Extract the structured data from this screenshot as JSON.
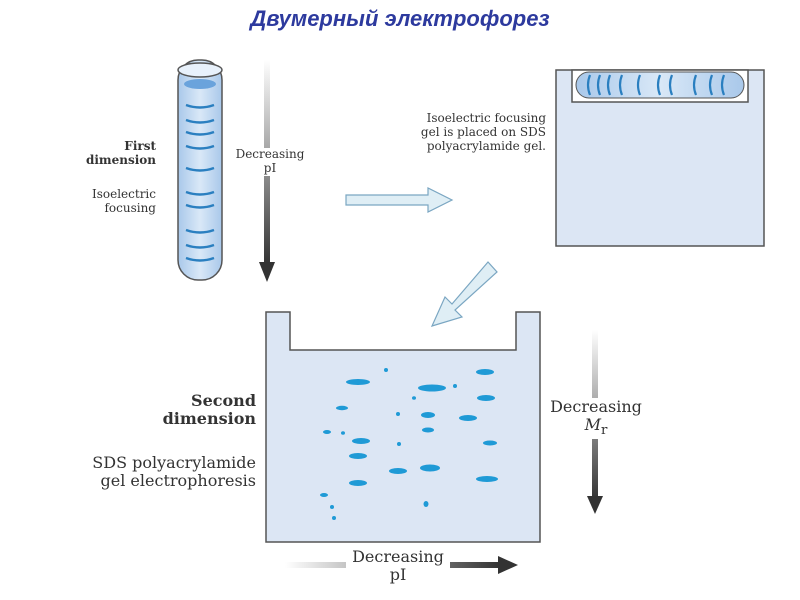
{
  "title": "Двумерный электрофорез",
  "first_dimension": {
    "heading_line1": "First",
    "heading_line2": "dimension",
    "method_line1": "Isoelectric",
    "method_line2": "focusing",
    "arrow_label_line1": "Decreasing",
    "arrow_label_line2": "pI"
  },
  "transfer": {
    "line1": "Isoelectric focusing",
    "line2": "gel is placed on SDS",
    "line3": "polyacrylamide gel."
  },
  "second_dimension": {
    "heading_line1": "Second",
    "heading_line2": "dimension",
    "method_line1": "SDS polyacrylamide",
    "method_line2": "gel electrophoresis",
    "mr_label_line1": "Decreasing",
    "mr_label_symbol": "M",
    "mr_label_subscript": "r",
    "pi_label_line1": "Decreasing",
    "pi_label_line2": "pI"
  },
  "colors": {
    "title": "#2d3a9e",
    "gel_fill": "#dce6f4",
    "band": "#2a7fc0",
    "spot": "#1f9ad6",
    "arrow_fill": "#dfeef5",
    "arrow_stroke": "#7aa6c2"
  }
}
